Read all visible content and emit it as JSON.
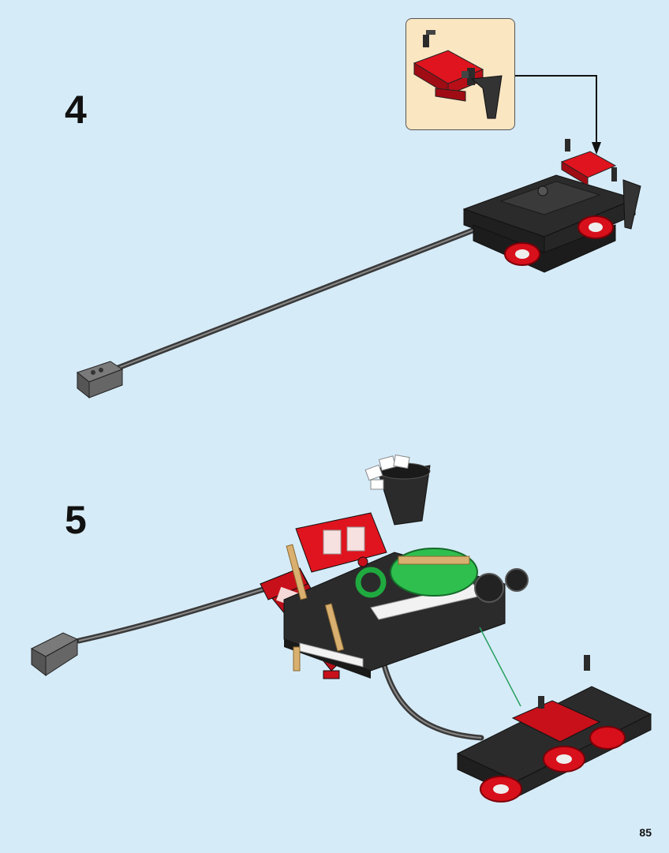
{
  "steps": [
    {
      "number": "4"
    },
    {
      "number": "5"
    }
  ],
  "page_number": "85",
  "colors": {
    "background": "#d6ebf8",
    "callout_background": "#fbe6c2",
    "brick_red": "#c8101a",
    "brick_black": "#2b2b2b",
    "brick_dark_gray": "#4a4a4a",
    "brick_green": "#2fbf4f",
    "brick_tan": "#d9b070",
    "guide_line": "#28a060"
  },
  "icons": [
    "train-chassis-illustration",
    "locomotive-body-illustration",
    "power-cable-illustration",
    "connector-plug-illustration"
  ]
}
